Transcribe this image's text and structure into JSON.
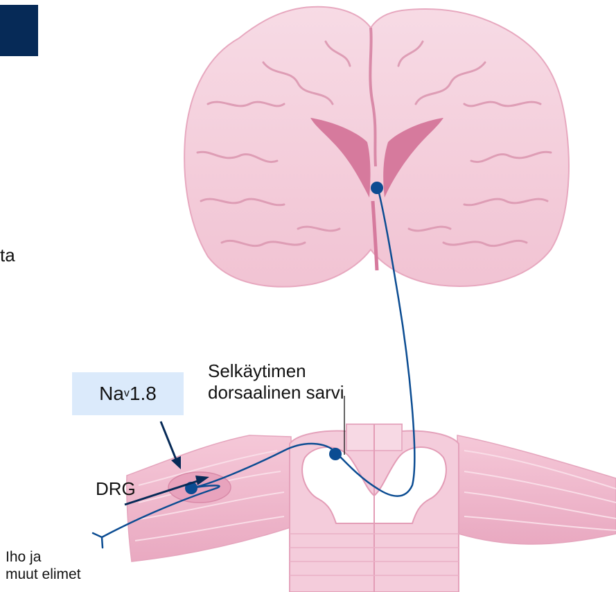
{
  "side_text": "ta",
  "channel_label": {
    "base": "Na",
    "subscript": "v",
    "suffix": "1.8"
  },
  "labels": {
    "dorsal_horn_line1": "Selkäytimen",
    "dorsal_horn_line2a": "dorsaalinen",
    "dorsal_horn_line2b": "sarvi",
    "drg": "DRG",
    "periphery_line1": "Iho ja",
    "periphery_line2": "muut elimet"
  },
  "colors": {
    "navy": "#062a57",
    "pathway_blue": "#0b4c92",
    "tissue_pink": "#f2c6d6",
    "tissue_dark": "#d987a6",
    "highlight_box": "#dbeafb"
  },
  "icons": [
    "brain-illustration",
    "spinal-cord-illustration",
    "neuron-node-icon",
    "arrow-icon"
  ]
}
